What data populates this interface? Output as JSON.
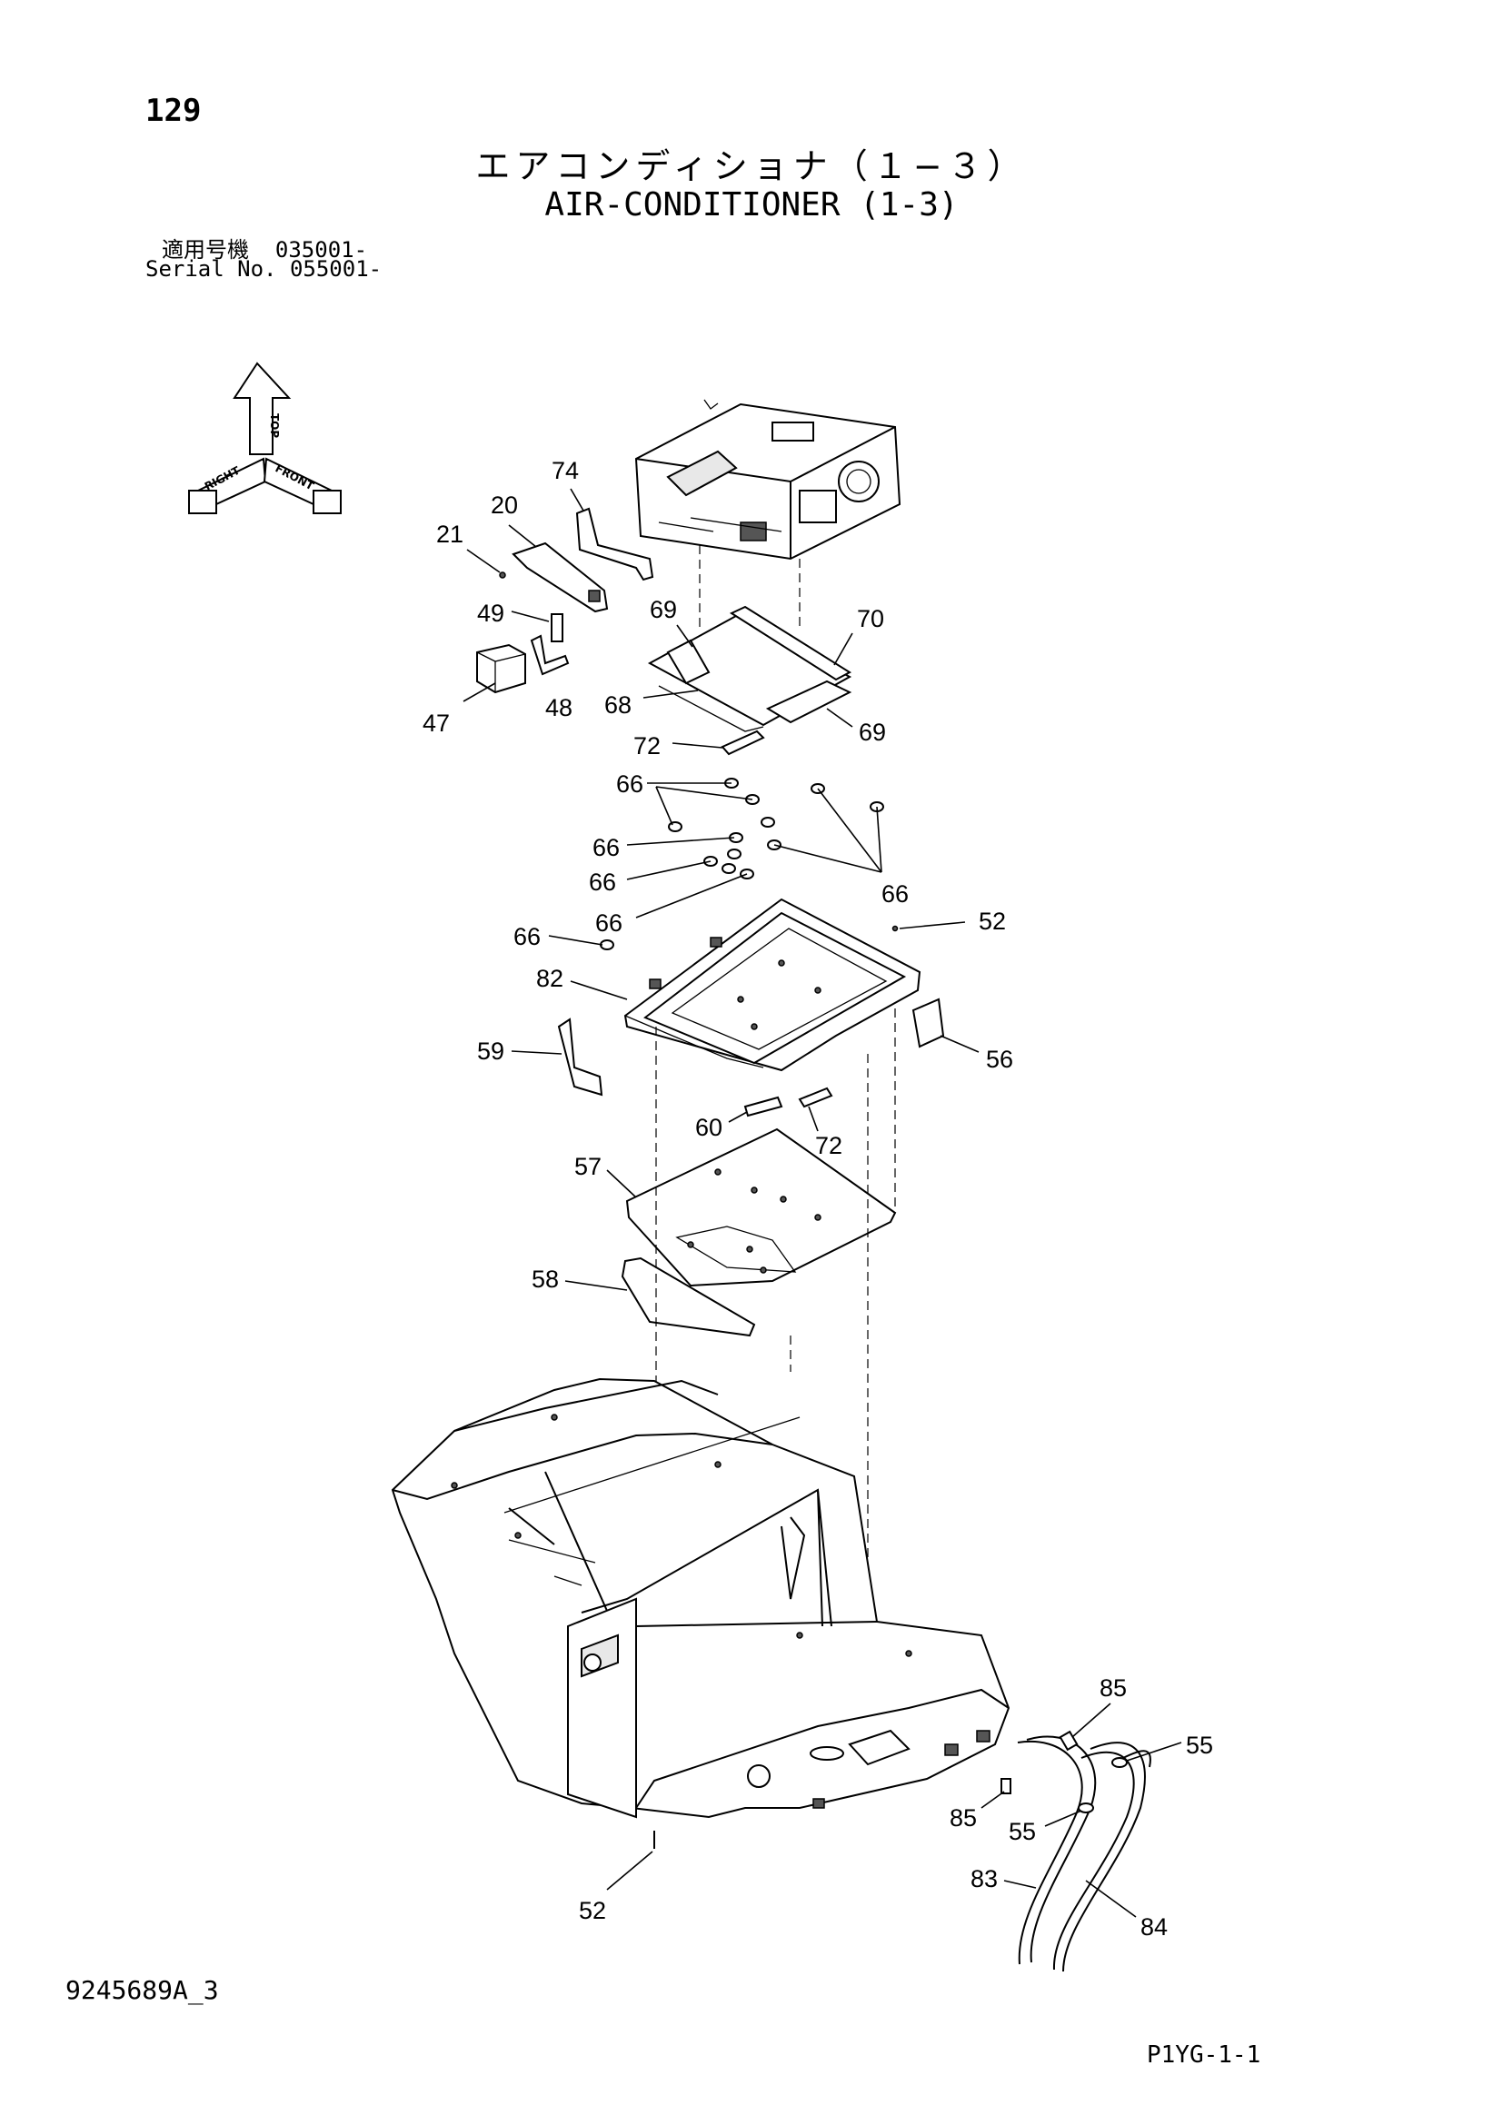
{
  "page_number": "129",
  "title_jp": "エアコンディショナ（１−３）",
  "title_en": "AIR-CONDITIONER (1-3)",
  "serial_line_1": "適用号機  035001-",
  "serial_line_2": "Serial No. 055001-",
  "orientation": {
    "top": "TOP",
    "right": "RIGHT",
    "front": "FRONT"
  },
  "callouts": {
    "c74": "74",
    "c20": "20",
    "c21": "21",
    "c49": "49",
    "c47": "47",
    "c48": "48",
    "c69a": "69",
    "c70": "70",
    "c68": "68",
    "c69b": "69",
    "c72a": "72",
    "c66a": "66",
    "c66b": "66",
    "c66c": "66",
    "c66d": "66",
    "c66e": "66",
    "c66f": "66",
    "c52a": "52",
    "c82": "82",
    "c59": "59",
    "c56": "56",
    "c60": "60",
    "c72b": "72",
    "c57": "57",
    "c58": "58",
    "c85a": "85",
    "c55a": "55",
    "c85b": "85",
    "c55b": "55",
    "c83": "83",
    "c84": "84",
    "c52b": "52"
  },
  "document_code": "9245689A_3",
  "page_code": "P1YG-1-1"
}
